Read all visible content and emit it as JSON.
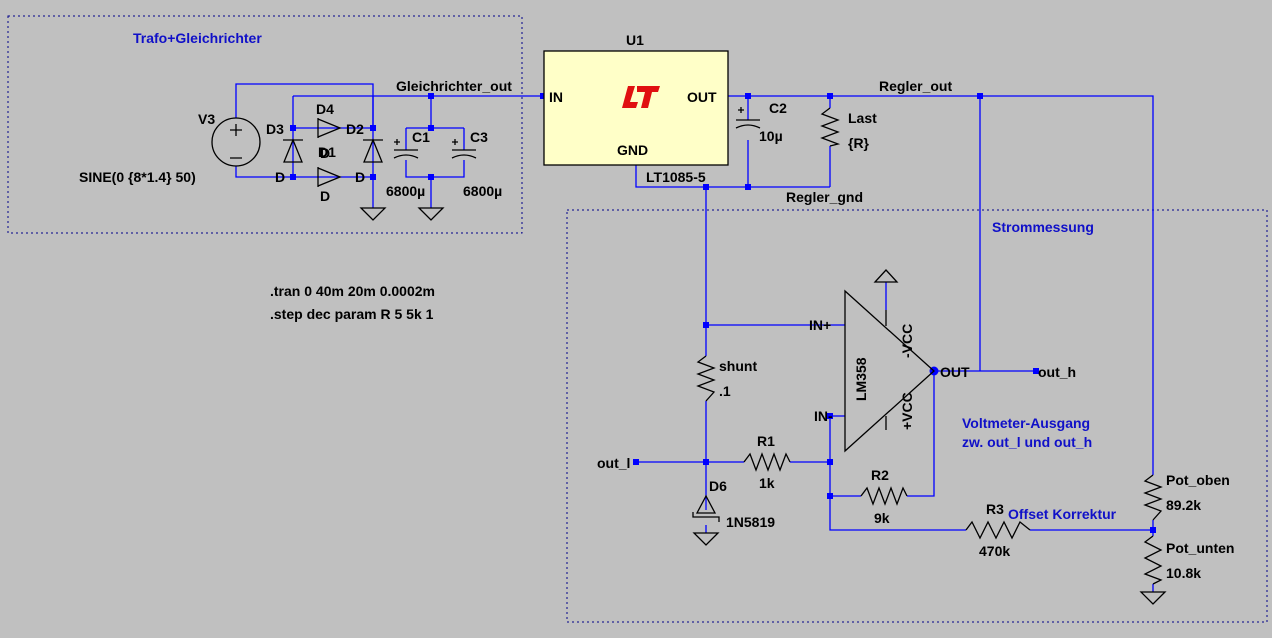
{
  "colors": {
    "background": "#c0c0c0",
    "wire": "#0000ff",
    "component": "#000000",
    "comment": "#1010c8",
    "regulator_fill": "#ffffc8",
    "logo": "#e01010"
  },
  "blocks": {
    "trafo": "Trafo+Gleichrichter",
    "strom": "Strommessung",
    "voltmeter_line1": "Voltmeter-Ausgang",
    "voltmeter_line2": "zw. out_l und out_h",
    "offset": "Offset Korrektur"
  },
  "directives": {
    "tran": ".tran 0 40m 20m 0.0002m",
    "step": ".step dec param R 5 5k 1"
  },
  "nets": {
    "gleich_out": "Gleichrichter_out",
    "regler_out": "Regler_out",
    "regler_gnd": "Regler_gnd",
    "out_h": "out_h",
    "out_l": "out_l"
  },
  "components": {
    "v3": {
      "name": "V3",
      "value": "SINE(0 {8*1.4} 50)"
    },
    "d1": {
      "name": "D1",
      "value": "D"
    },
    "d2": {
      "name": "D2",
      "value": "D"
    },
    "d3": {
      "name": "D3",
      "value": "D"
    },
    "d4": {
      "name": "D4",
      "value": "D"
    },
    "c1": {
      "name": "C1",
      "value": "6800µ"
    },
    "c3": {
      "name": "C3",
      "value": "6800µ"
    },
    "u1": {
      "name": "U1",
      "part": "LT1085-5",
      "pin_in": "IN",
      "pin_out": "OUT",
      "pin_gnd": "GND"
    },
    "c2": {
      "name": "C2",
      "value": "10µ"
    },
    "last": {
      "name": "Last",
      "value": "{R}"
    },
    "shunt": {
      "name": "shunt",
      "value": ".1"
    },
    "d6": {
      "name": "D6",
      "value": "1N5819"
    },
    "r1": {
      "name": "R1",
      "value": "1k"
    },
    "r2": {
      "name": "R2",
      "value": "9k"
    },
    "r3": {
      "name": "R3",
      "value": "470k"
    },
    "pot_oben": {
      "name": "Pot_oben",
      "value": "89.2k"
    },
    "pot_unten": {
      "name": "Pot_unten",
      "value": "10.8k"
    },
    "opamp": {
      "name": "LM358",
      "pin_inp": "IN+",
      "pin_inn": "IN-",
      "pin_vneg": "-VCC",
      "pin_vpos": "+VCC",
      "pin_out": "OUT"
    }
  }
}
